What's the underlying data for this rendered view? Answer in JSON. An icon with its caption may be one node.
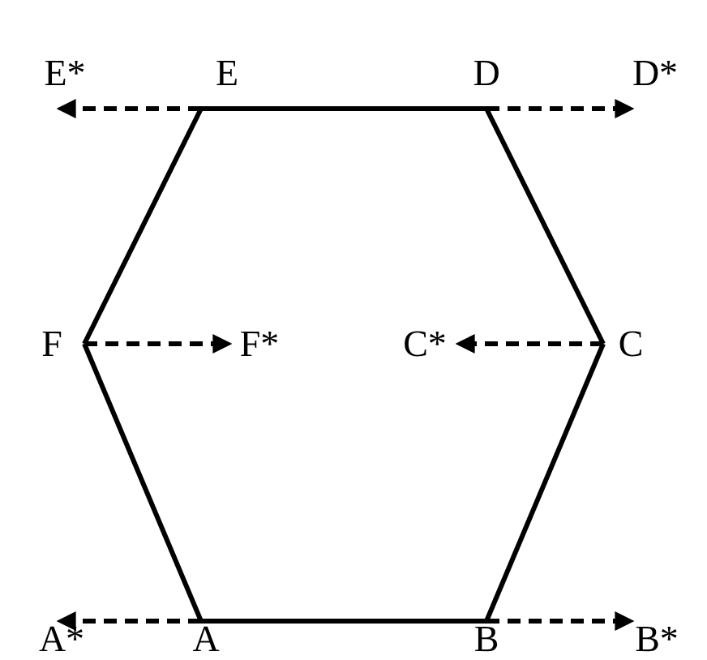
{
  "diagram": {
    "nodes": [
      {
        "text": [
          "E*"
        ]
      },
      {
        "text": [
          "E"
        ]
      },
      {
        "text": [
          "D"
        ]
      },
      {
        "text": [
          "D*"
        ]
      },
      {
        "text": [
          "F"
        ]
      },
      {
        "text": [
          "F*"
        ]
      },
      {
        "text": [
          "C*"
        ]
      },
      {
        "text": [
          "C"
        ]
      },
      {
        "text": [
          "A*"
        ]
      },
      {
        "text": [
          "A"
        ]
      },
      {
        "text": [
          "B"
        ]
      },
      {
        "text": [
          "B*"
        ]
      }
    ],
    "edges": [
      {
        "from": 9,
        "to": 10,
        "arrow": "none"
      },
      {
        "from": 10,
        "to": 7,
        "arrow": "none"
      },
      {
        "from": 7,
        "to": 2,
        "arrow": "none"
      },
      {
        "from": 2,
        "to": 1,
        "arrow": "none"
      },
      {
        "from": 1,
        "to": 4,
        "arrow": "none"
      },
      {
        "from": 4,
        "to": 9,
        "arrow": "none"
      },
      {
        "from": 1,
        "to": 0,
        "arrow": "to",
        "style": "dashed"
      },
      {
        "from": 2,
        "to": 3,
        "arrow": "to",
        "style": "dashed"
      },
      {
        "from": 4,
        "to": 5,
        "arrow": "to",
        "style": "dashed"
      },
      {
        "from": 7,
        "to": 6,
        "arrow": "to",
        "style": "dashed"
      },
      {
        "from": 9,
        "to": 8,
        "arrow": "to",
        "style": "dashed"
      },
      {
        "from": 10,
        "to": 11,
        "arrow": "to",
        "style": "dashed"
      }
    ]
  }
}
